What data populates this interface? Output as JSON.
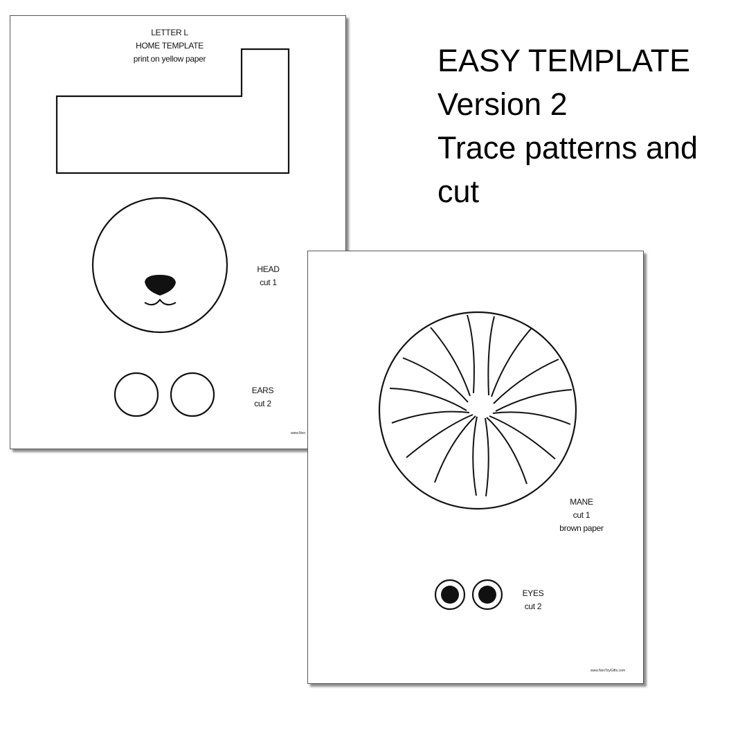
{
  "heading": {
    "lines": [
      "EASY TEMPLATE",
      "Version 2",
      "Trace patterns and",
      "cut"
    ]
  },
  "page1": {
    "title": [
      "LETTER L",
      "HOME TEMPLATE",
      "print on yellow paper"
    ],
    "head": [
      "HEAD",
      "cut 1"
    ],
    "ears": [
      "EARS",
      "cut 2"
    ],
    "site": "www.Non"
  },
  "page2": {
    "mane": [
      "MANE",
      "cut 1",
      "brown paper"
    ],
    "eyes": [
      "EYES",
      "cut 2"
    ],
    "site": "www.NonToyGifts.com"
  }
}
